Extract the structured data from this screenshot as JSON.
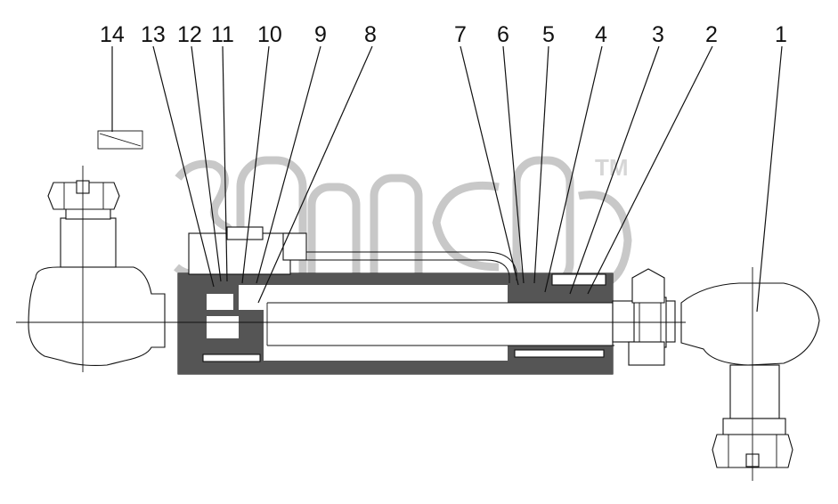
{
  "diagram": {
    "watermark_mark": "TM",
    "callouts": [
      {
        "id": "c14",
        "label": "14"
      },
      {
        "id": "c13",
        "label": "13"
      },
      {
        "id": "c12",
        "label": "12"
      },
      {
        "id": "c11",
        "label": "11"
      },
      {
        "id": "c10",
        "label": "10"
      },
      {
        "id": "c9",
        "label": "9"
      },
      {
        "id": "c8",
        "label": "8"
      },
      {
        "id": "c7",
        "label": "7"
      },
      {
        "id": "c6",
        "label": "6"
      },
      {
        "id": "c5",
        "label": "5"
      },
      {
        "id": "c4",
        "label": "4"
      },
      {
        "id": "c3",
        "label": "3"
      },
      {
        "id": "c2",
        "label": "2"
      },
      {
        "id": "c1",
        "label": "1"
      }
    ]
  }
}
